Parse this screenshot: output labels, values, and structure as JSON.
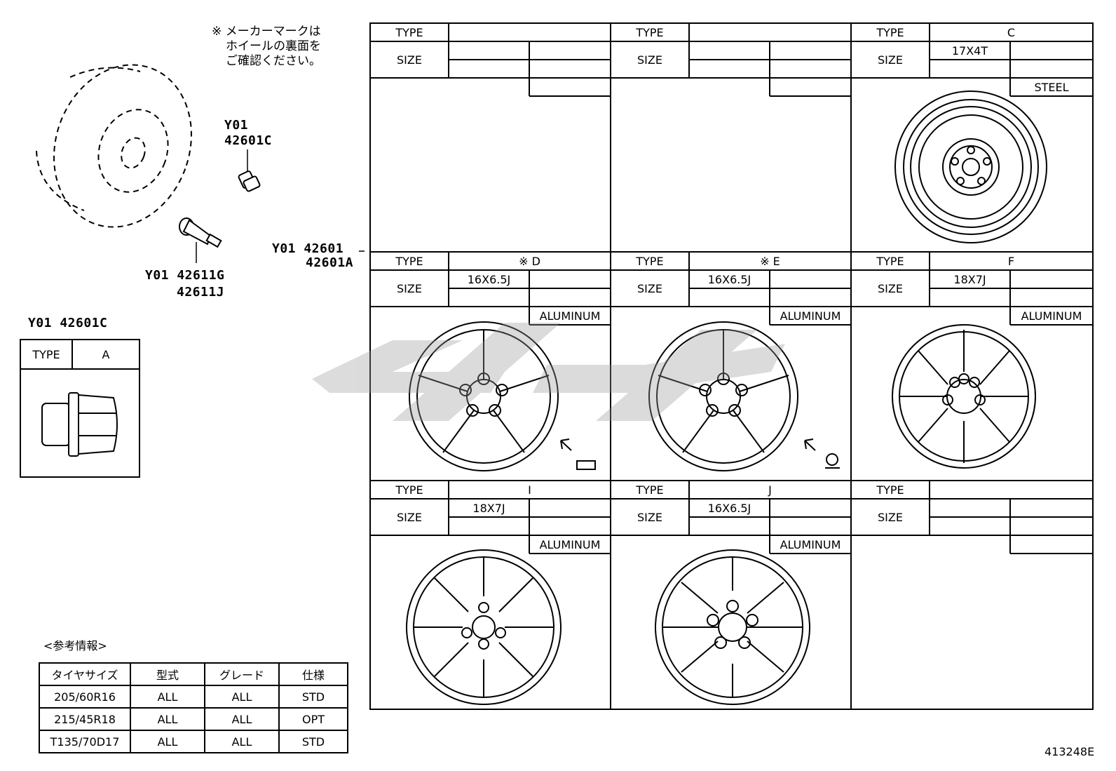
{
  "note_lines": [
    "※ メーカーマークは",
    "ホイールの裏面を",
    "ご確認ください。"
  ],
  "callouts": {
    "valve_cap_1": "Y01",
    "valve_cap_2": "42601C",
    "valve_1": "Y01 42611G",
    "valve_2": "42611J",
    "wheel_1": "Y01 42601",
    "wheel_2": "42601A",
    "nut_part": "Y01 42601C"
  },
  "nut_box": {
    "type_label": "TYPE",
    "type_value": "A"
  },
  "labels": {
    "type": "TYPE",
    "size": "SIZE"
  },
  "grid": [
    {
      "type": "",
      "size": "",
      "material": ""
    },
    {
      "type": "",
      "size": "",
      "material": ""
    },
    {
      "type": "C",
      "size": "17X4T",
      "material": "STEEL"
    },
    {
      "type": "※ D",
      "size": "16X6.5J",
      "material": "ALUMINUM"
    },
    {
      "type": "※ E",
      "size": "16X6.5J",
      "material": "ALUMINUM"
    },
    {
      "type": "F",
      "size": "18X7J",
      "material": "ALUMINUM"
    },
    {
      "type": "I",
      "size": "18X7J",
      "material": "ALUMINUM"
    },
    {
      "type": "J",
      "size": "16X6.5J",
      "material": "ALUMINUM"
    },
    {
      "type": "",
      "size": "",
      "material": ""
    }
  ],
  "reference": {
    "title": "<参考情報>",
    "headers": [
      "タイヤサイズ",
      "型式",
      "グレード",
      "仕様"
    ],
    "rows": [
      [
        "205/60R16",
        "ALL",
        "ALL",
        "STD"
      ],
      [
        "215/45R18",
        "ALL",
        "ALL",
        "OPT"
      ],
      [
        "T135/70D17",
        "ALL",
        "ALL",
        "STD"
      ]
    ]
  },
  "figure_id": "413248E"
}
